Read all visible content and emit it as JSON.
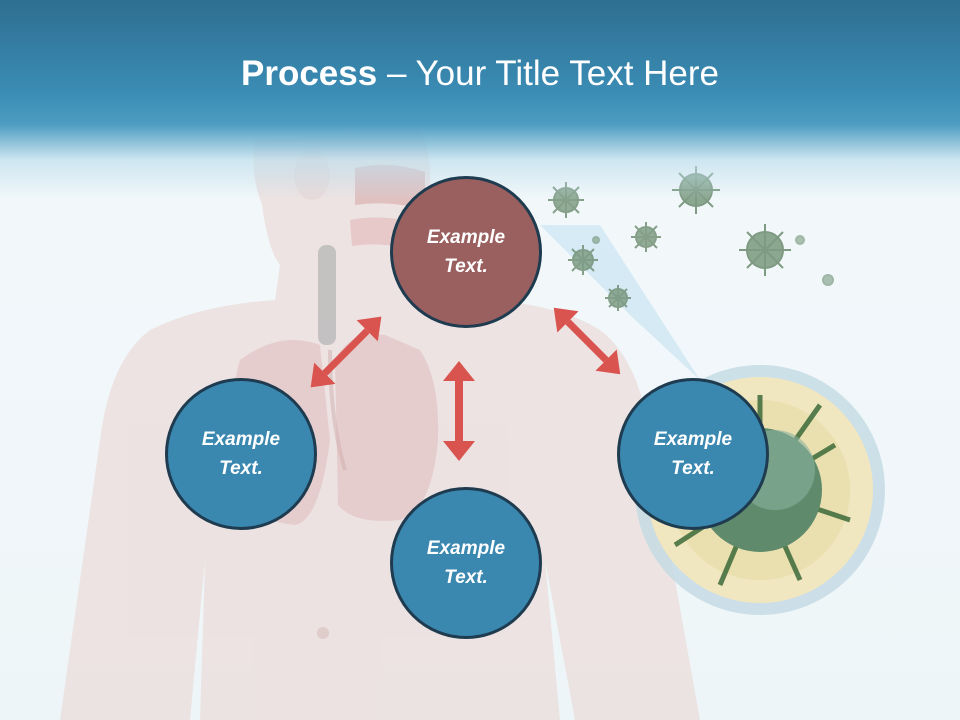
{
  "slide": {
    "title_bold": "Process",
    "title_rest": " – Your Title Text Here"
  },
  "nodes": {
    "top": "Example\nText.",
    "left": "Example\nText.",
    "bottom": "Example\nText.",
    "right": "Example\nText."
  },
  "colors": {
    "header": "#3a8bb4",
    "node_blue": "#3a88b0",
    "node_red": "#9a6060",
    "node_border": "#1e3b4f",
    "arrow": "#d9534f"
  }
}
